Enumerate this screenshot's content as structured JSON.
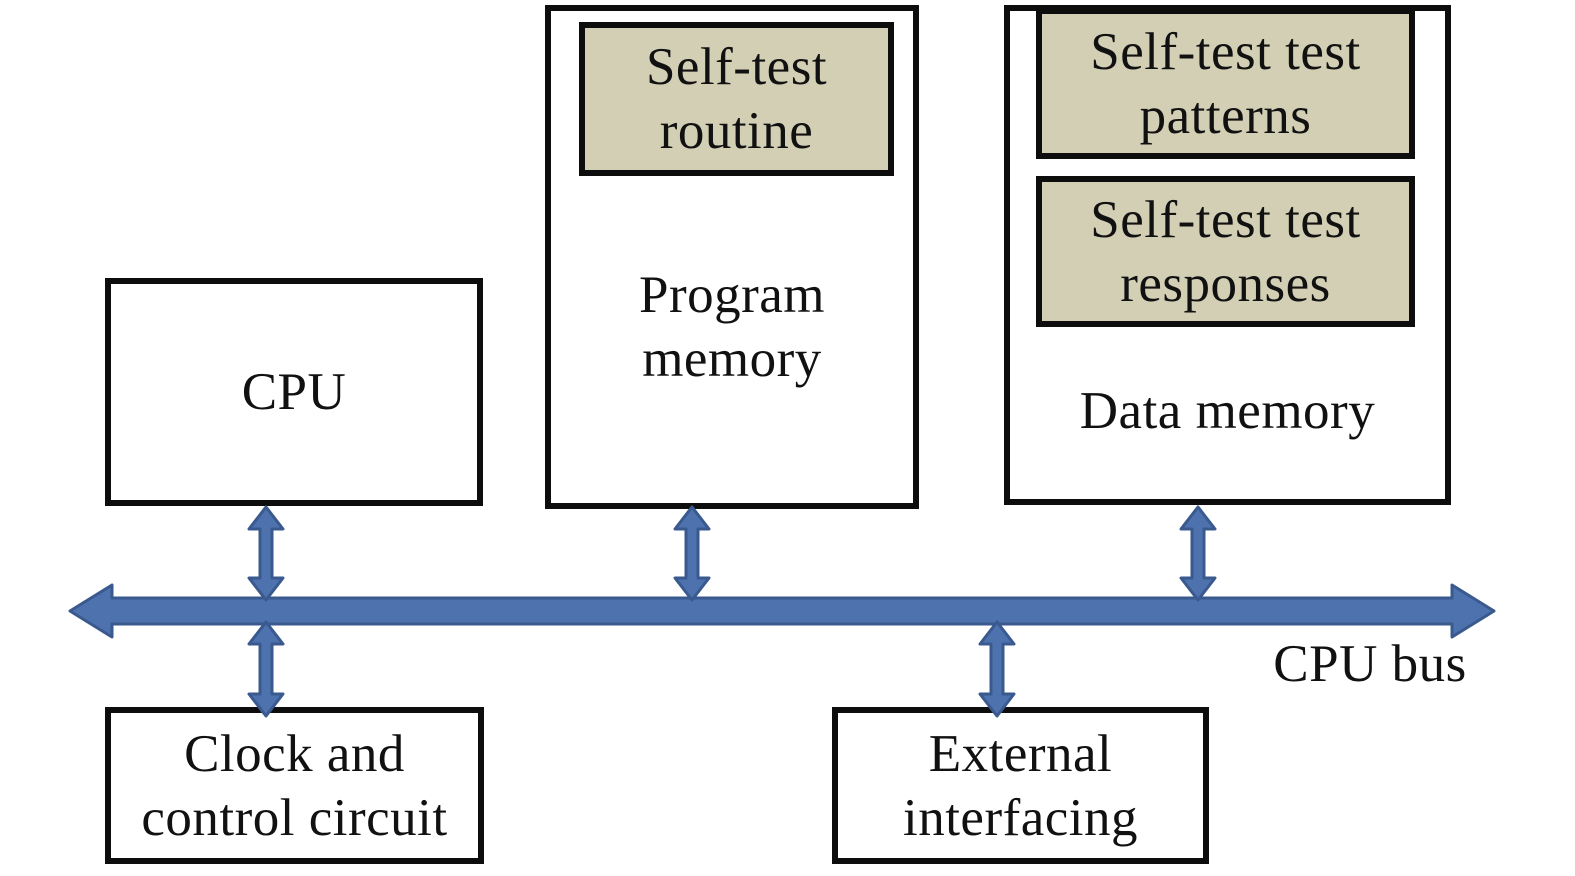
{
  "colors": {
    "bus_blue": "#4d72ae",
    "bus_blue_dark": "#3a5a8f",
    "shaded_fill": "#d3cfb5",
    "box_border": "#0d0d0d",
    "background": "#ffffff"
  },
  "boxes": {
    "cpu": {
      "label": "CPU"
    },
    "program_memory": {
      "label": "Program memory"
    },
    "data_memory": {
      "label": "Data memory"
    },
    "clock_control": {
      "label": "Clock and control circuit"
    },
    "external_interfacing": {
      "label": "External interfacing"
    },
    "self_test_routine": {
      "label": "Self-test routine"
    },
    "self_test_patterns": {
      "label": "Self-test test patterns"
    },
    "self_test_responses": {
      "label": "Self-test test responses"
    }
  },
  "bus": {
    "label": "CPU bus"
  }
}
